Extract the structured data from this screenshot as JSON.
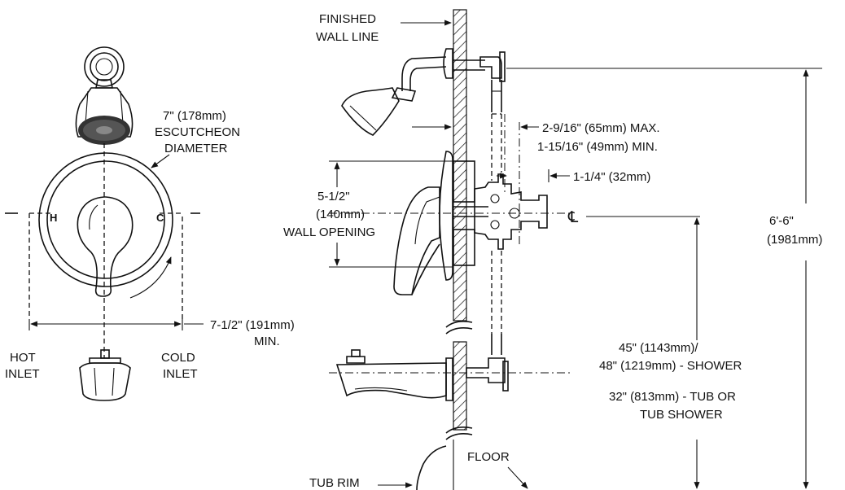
{
  "labels": {
    "finished_wall_line_1": "FINISHED",
    "finished_wall_line_2": "WALL LINE",
    "escutcheon_1": "7\" (178mm)",
    "escutcheon_2": "ESCUTCHEON",
    "escutcheon_3": "DIAMETER",
    "hot_mark": "H",
    "cold_mark": "C",
    "min_width_1": "7-1/2\"  (191mm)",
    "min_width_2": "MIN.",
    "hot_inlet_1": "HOT",
    "hot_inlet_2": "INLET",
    "cold_inlet_1": "COLD",
    "cold_inlet_2": "INLET",
    "wall_opening_1": "5-1/2\"",
    "wall_opening_2": "(140mm)",
    "wall_opening_3": "WALL OPENING",
    "depth_max": "2-9/16\" (65mm) MAX.",
    "depth_min": "1-15/16\" (49mm) MIN.",
    "valve_offset": "1-1/4\" (32mm)",
    "centerline": "℄",
    "total_height_1": "6'-6\"",
    "total_height_2": "(1981mm)",
    "shower_height_1": "45\" (1143mm)/",
    "shower_height_2": "48\" (1219mm) - SHOWER",
    "tub_height_1": "32\" (813mm) - TUB OR",
    "tub_height_2": "TUB SHOWER",
    "floor": "FLOOR",
    "tub_rim": "TUB RIM"
  },
  "colors": {
    "ink": "#111111",
    "background": "#ffffff"
  }
}
